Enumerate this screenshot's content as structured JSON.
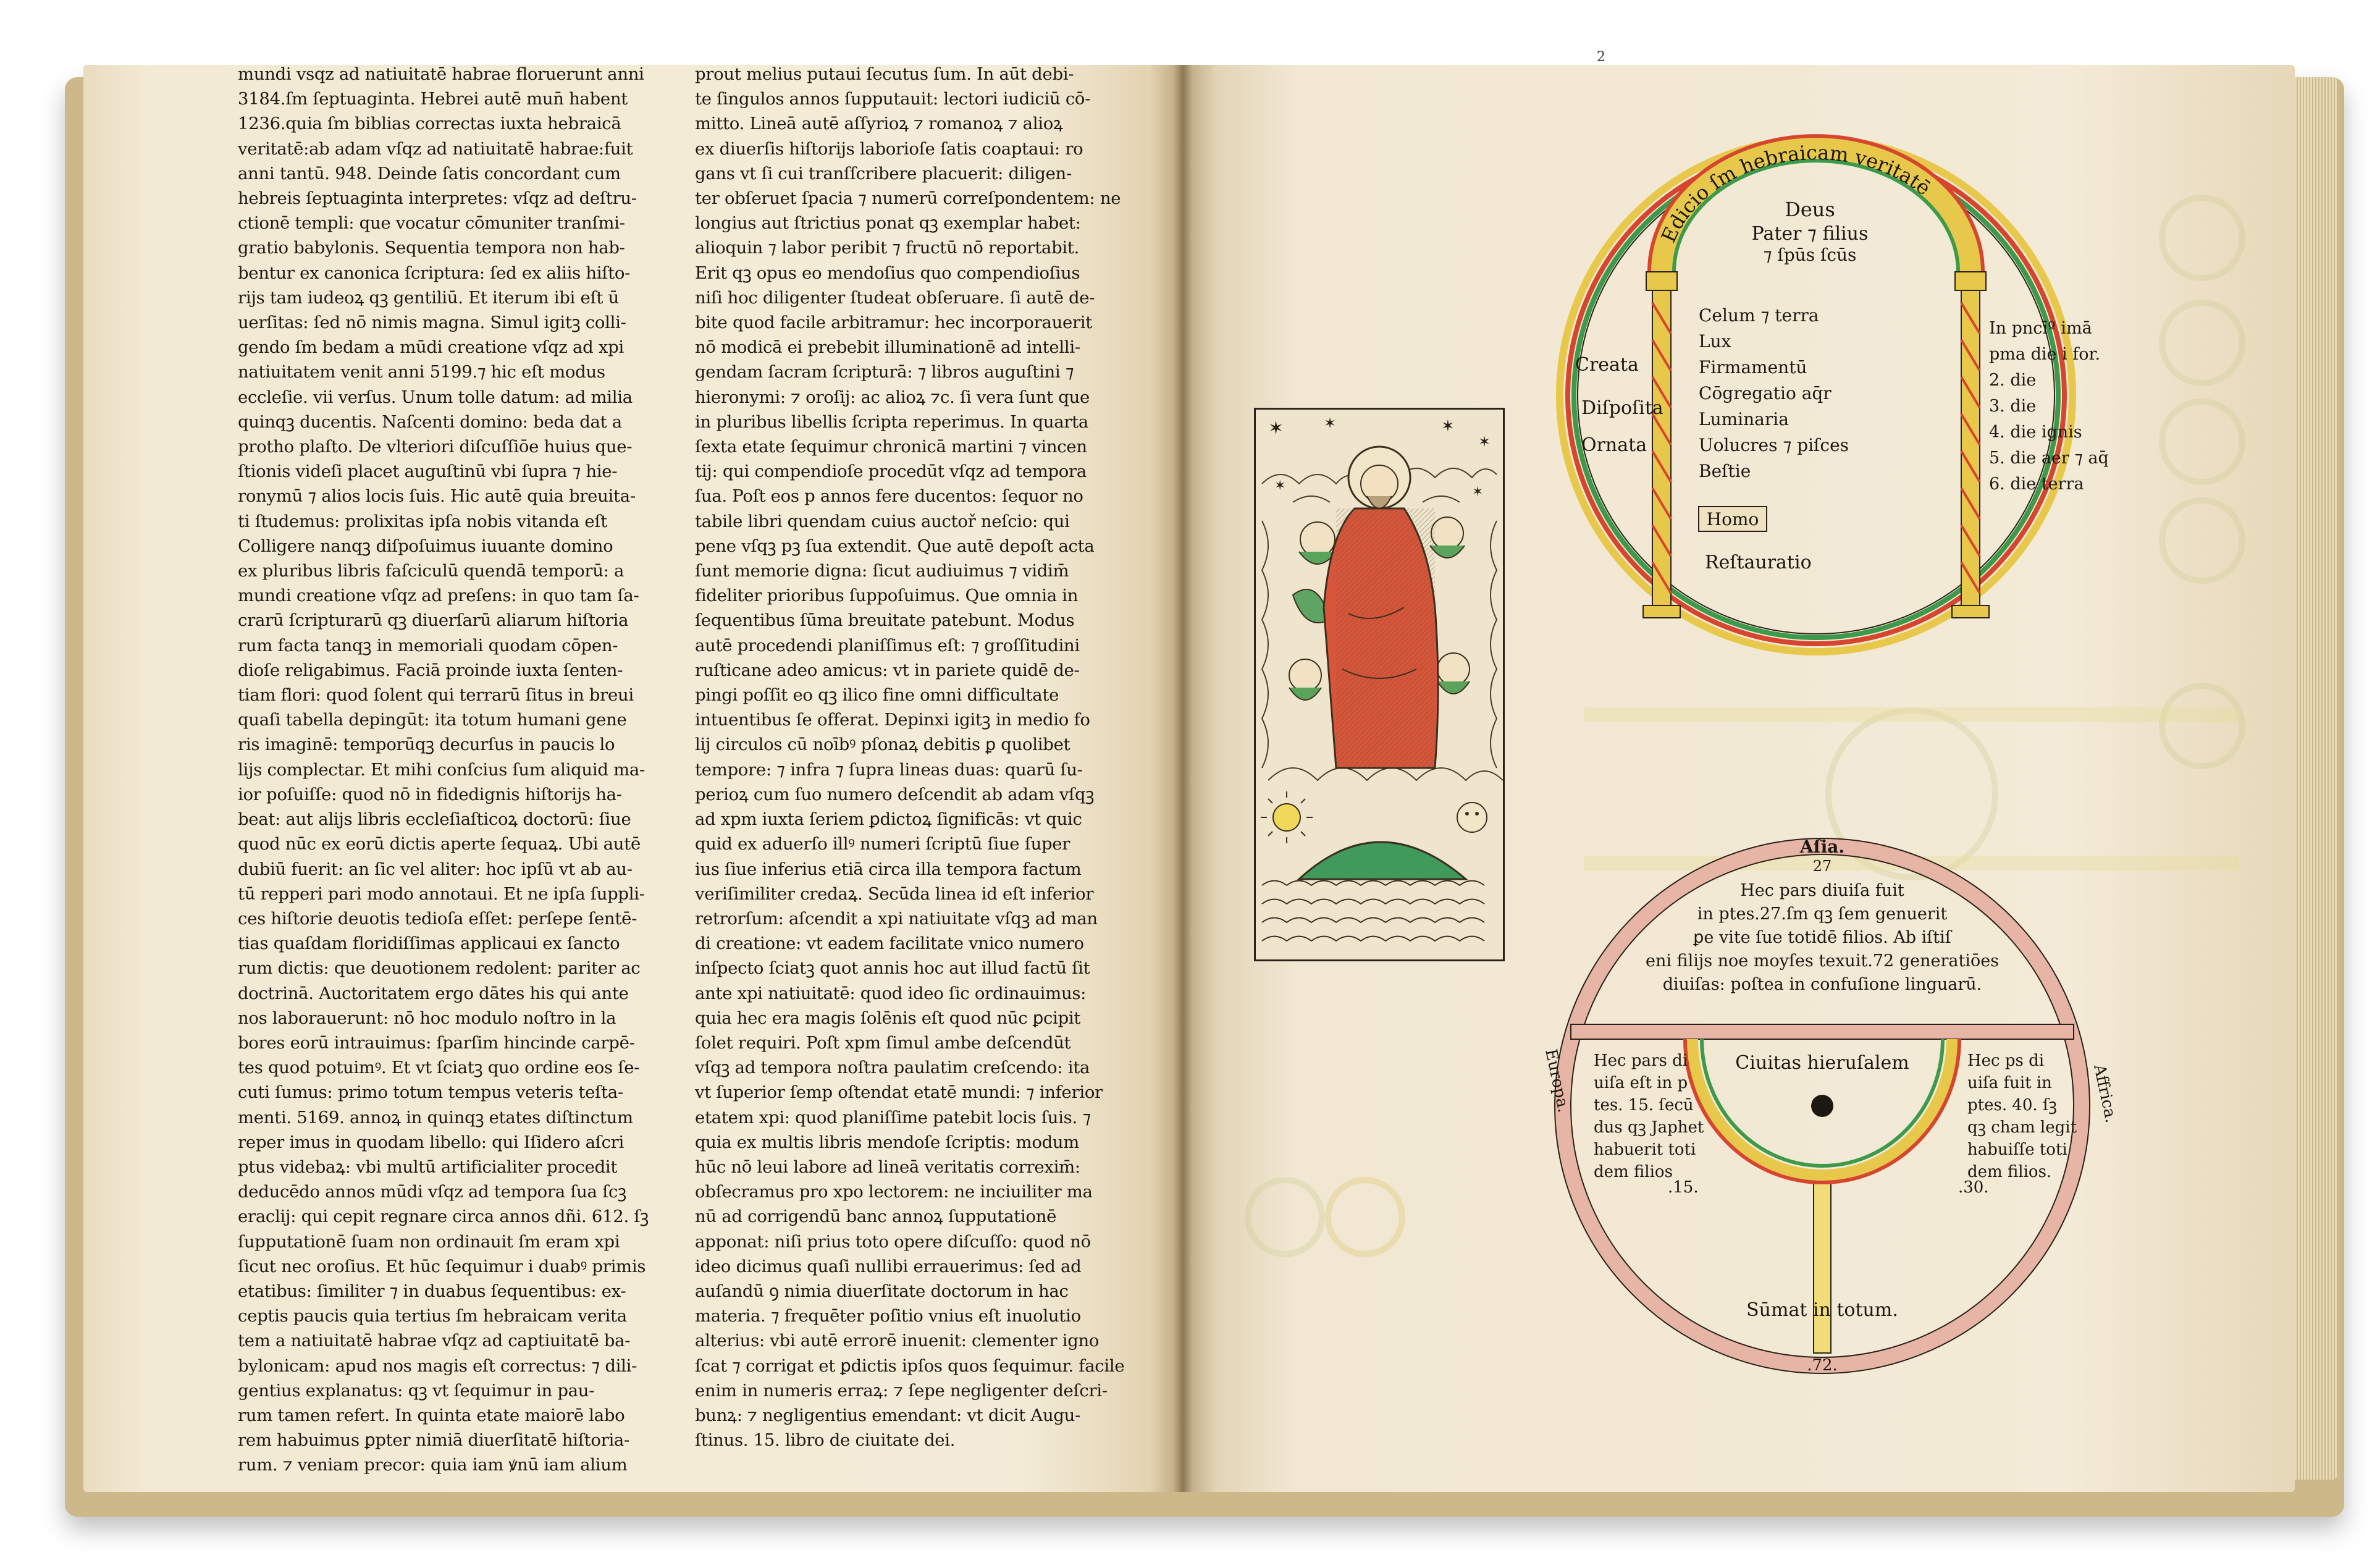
{
  "left_page": {
    "column1": [
      "mundi vsqz ad natiuitatē habrae floruerunt anni",
      "3184.ſm ſeptuaginta. Hebrei autē mun̄ habent",
      "1236.quia ſm biblias correctas iuxta hebraicā",
      "veritatē:ab adam vſqz ad natiuitatē habrae:fuit",
      "anni tantū. 948. Deinde ſatis concordant cum",
      "hebreis ſeptuaginta interpretes: vſqz ad deſtru-",
      "ctionē templi: que vocatur cōmuniter tranſmi-",
      "gratio babylonis. Sequentia tempora non hab-",
      "bentur ex canonica ſcriptura: ſed ex aliis hiſto-",
      "rijs tam iudeoꝝ qꝫ gentiliū. Et iterum ibi eſt ū",
      "uerſitas: ſed nō nimis magna. Simul igitꝫ colli-",
      "gendo ſm bedam a mūdi creatione vſqz ad xpi",
      "natiuitatem venit anni 5199.⁊ hic eſt modus",
      "eccleſie. vii verſus. Unum tolle datum: ad milia",
      "quinqꝫ ducentis. Naſcenti domino: beda dat a",
      "protho plaſto. De vlteriori diſcuſſiōe huius que-",
      "ſtionis videſi placet auguſtinū vbi ſupra ⁊ hie-",
      "ronymū ⁊ alios locis ſuis. Hic autē quia breuita-",
      "ti ſtudemus: prolixitas ipſa nobis vitanda eſt",
      "Colligere nanqꝫ diſpoſuimus iuuante domino",
      "ex pluribus libris faſciculū quendā temporū: a",
      "mundi creatione vſqz ad preſens: in quo tam ſa-",
      "crarū ſcripturarū qꝫ diuerſarū aliarum hiſtoria",
      "rum facta tanqꝫ in memoriali quodam cōpen-",
      "dioſe religabimus. Faciā proinde iuxta ſenten-",
      "tiam flori: quod ſolent qui terrarū ſitus in breui",
      "quaſi tabella depingūt: ita totum humani gene",
      "ris imaginē: temporūqꝫ decurſus in paucis lo",
      "lijs complectar. Et mihi conſcius ſum aliquid ma-",
      "ior poſuiſſe: quod nō in fidedignis hiſtorijs ha-",
      "beat: aut alijs libris eccleſiaſticoꝝ doctorū: ſiue",
      "quod nūc ex eorū dictis aperte ſequaꝝ. Ubi autē",
      "dubiū fuerit: an ſic vel aliter: hoc ipſū vt ab au-",
      "tū repperi pari modo annotaui. Et ne ipſa ſuppli-",
      "ces hiſtorie deuotis tedioſa eſſet: perſepe ſentē-",
      "tias quaſdam floridiſſimas applicaui ex ſancto",
      "rum dictis: que deuotionem redolent: pariter ac",
      "doctrinā. Auctoritatem ergo dātes his qui ante",
      "nos laborauerunt: nō hoc modulo noſtro in la",
      "bores eorū intrauimus: ſparſim hincinde carpē-",
      "tes quod potuimꝰ. Et vt ſciatꝫ quo ordine eos ſe-",
      "cuti ſumus: primo totum tempus veteris teſta-",
      "menti. 5169. annoꝝ in quinqꝫ etates diſtinctum",
      "reper imus in quodam libello: qui Iſidero aſcri",
      "ptus videbaꝝ: vbi multū artificialiter procedit",
      "deducēdo annos mūdi vſqz ad tempora ſua ſcꝫ",
      "eraclij: qui cepit regnare circa annos dñi. 612. ſꝫ",
      "ſupputationē ſuam non ordinauit ſm eram xpi",
      "ſicut nec oroſius. Et hūc ſequimur i duabꝰ primis",
      "etatibus: ſimiliter ⁊ in duabus ſequentibus: ex-",
      "ceptis paucis quia tertius ſm hebraicam verita",
      "tem a natiuitatē habrae vſqz ad captiuitatē ba-",
      "bylonicam: apud nos magis eſt correctus: ⁊ dili-",
      "gentius explanatus: qꝫ vt ſequimur in pau-",
      "rum tamen refert. In quinta etate maiorē labo",
      "rem habuimus ꝑpter nimiā diuerſitatē hiſtoria-",
      "rum. ⁊ veniam precor: quia iam ꝟnū iam alium"
    ],
    "column2": [
      "prout melius putaui ſecutus ſum. In aūt debi-",
      "te ſingulos annos ſupputauit: lectori iudiciū cō-",
      "mitto. Lineā autē aſſyrioꝝ ⁊ romanoꝝ ⁊ alioꝝ",
      "ex diuerſis hiſtorijs laborioſe ſatis coaptaui: ro",
      "gans vt ſi cui tranſſcribere placuerit: diligen-",
      "ter obſeruet ſpacia ⁊ numerū correſpondentem: ne",
      "longius aut ſtrictius ponat qꝫ exemplar habet:",
      "alioquin ⁊ labor peribit ⁊ fructū nō reportabit.",
      "Erit qꝫ opus eo mendoſius quo compendioſius",
      "niſi hoc diligenter ſtudeat obſeruare. ſi autē de-",
      "bite quod facile arbitramur: hec incorporauerit",
      "nō modicā ei prebebit illuminationē ad intelli-",
      "gendam ſacram ſcripturā: ⁊ libros auguſtini ⁊",
      "hieronymi: ⁊ oroſij: ac alioꝝ ⁊c. ſi vera ſunt que",
      "in pluribus libellis ſcripta reperimus. In quarta",
      "ſexta etate ſequimur chronicā martini ⁊ vincen",
      "tij: qui compendioſe procedūt vſqz ad tempora",
      "ſua. Poſt eos p annos fere ducentos: ſequor no",
      "tabile libri quendam cuius auctoř neſcio: qui",
      "pene vſqꝫ pꝫ ſua extendit. Que autē depoſt acta",
      "ſunt memorie digna: ſicut audiuimus ⁊ vidim̄",
      "fideliter prioribus ſuppoſuimus. Que omnia in",
      "ſequentibus ſūma breuitate patebunt. Modus",
      "autē procedendi planiſſimus eſt: ⁊ groſſitudini",
      "ruſticane adeo amicus: vt in pariete quidē de-",
      "pingi poſſit eo qꝫ ilico fine omni difficultate",
      "intuentibus ſe offerat. Depinxi igitꝫ in medio fo",
      "lij circulos cū noībꝰ pſonaꝝ debitis ꝑ quolibet",
      "tempore: ⁊ infra ⁊ ſupra lineas duas: quarū ſu-",
      "perioꝝ cum ſuo numero deſcendit ab adam vſqꝫ",
      "ad xpm iuxta ſeriem ꝑdictoꝝ ſignificās: vt quic",
      "quid ex aduerſo illꝰ numeri ſcriptū ſiue ſuper",
      "ius ſiue inferius etiā circa illa tempora factum",
      "veriſimiliter credaꝝ. Secūda linea id eſt inferior",
      "retrorſum: aſcendit a xpi natiuitate vſqꝫ ad man",
      "di creatione: vt eadem facilitate vnico numero",
      "inſpecto ſciatꝫ quot annis hoc aut illud factū ſit",
      "ante xpi natiuitatē: quod ideo ſic ordinauimus:",
      "quia hec era magis ſolēnis eſt quod nūc ꝑcipit",
      "ſolet requiri. Poſt xpm ſimul ambe deſcendūt",
      "vſqꝫ ad tempora noſtra paulatim creſcendo: ita",
      "vt ſuperior ſemp oſtendat etatē mundi: ⁊ inferior",
      "etatem xpi: quod planiſſime patebit locis ſuis. ⁊",
      "quia ex multis libris mendoſe ſcriptis: modum",
      "hūc nō leui labore ad lineā veritatis correxim̄:",
      "obſecramus pro xpo lectorem: ne inciuiliter ma",
      "nū ad corrigendū banc annoꝝ ſupputationē",
      "apponat: niſi prius toto opere diſcuſſo: quod nō",
      "ideo dicimus quaſi nullibi errauerimus: ſed ad",
      "auſandū ꝯ nimia diuerſitate doctorum in hac",
      "materia. ⁊ frequēter poſitio vnius eſt inuolutio",
      "alterius: vbi autē errorē inuenit: clementer igno",
      "ſcat ⁊ corrigat et ꝑdictis ipſos quos ſequimur. facile",
      "enim in numeris erraꝝ: ⁊ ſepe negligenter deſcri-",
      "bunꝝ: ⁊ negligentius emendant: vt dicit Augu-",
      "ſtinus. 15. libro de ciuitate dei."
    ]
  },
  "right_page": {
    "page_number": "2",
    "upper_diagram": {
      "arch_text": "Edicio ſm hebraicam veritatē",
      "arch_inscription": [
        "Deus",
        "Pater ⁊ filius",
        "⁊ ſpūs ſcūs"
      ],
      "left_words": [
        "Creata",
        "Diſpoſita",
        "Ornata"
      ],
      "center_list": [
        "Celum ⁊ terra",
        "Lux",
        "Firmamentū",
        "Cōgregatio aq̄r",
        "Luminaria",
        "Uolucres ⁊ piſces",
        "Beſtie"
      ],
      "homo_box": "Homo",
      "restauratio": "Reſtauratio",
      "right_list": [
        "In pncīº imā",
        "pma die i for.",
        "2. die",
        "3. die",
        "4. die ignis",
        "5. die aer ⁊ aq̄",
        "6. die terra"
      ]
    },
    "lower_diagram": {
      "asia_label": "Aſia.",
      "asia_number": "27",
      "asia_text": [
        "Hec pars diuiſa fuit",
        "in ptes.27.ſm qꝫ ſem genuerit",
        "ꝑe vite ſue totidē filios. Ab iſtiſ",
        "eni filijs noe moyſes texuit.72 generatiōes",
        "diuiſas: poſtea in confuſione linguarū."
      ],
      "europa_label": "Europa.",
      "africa_label": "Affrica.",
      "europa_text": [
        "Hec pars di",
        "uiſa eſt in p",
        "tes. 15. ſecū",
        "dus qꝫ Japhet",
        "habuerit toti",
        "dem filios"
      ],
      "africa_text": [
        "Hec ps di",
        "uiſa fuit in",
        "ptes. 40. ſꝫ",
        "qꝫ cham legit",
        "habuiſſe toti",
        "dem filios."
      ],
      "city_label": "Ciuitas hieruſalem",
      "europa_number": ".15.",
      "africa_number": ".30.",
      "summa_label": "Sūmat in totum.",
      "summa_number": ".72."
    }
  },
  "colors": {
    "cover": "#cdb88a",
    "page": "#f4ecd8",
    "ink": "#1c1710",
    "wash_yellow": "#e7c84a",
    "wash_red": "#d6452e",
    "wash_green": "#3c9a4a",
    "wash_pink": "#e7b5a6",
    "robe_red": "#d8553a",
    "globe_green": "#3f9a5c"
  }
}
